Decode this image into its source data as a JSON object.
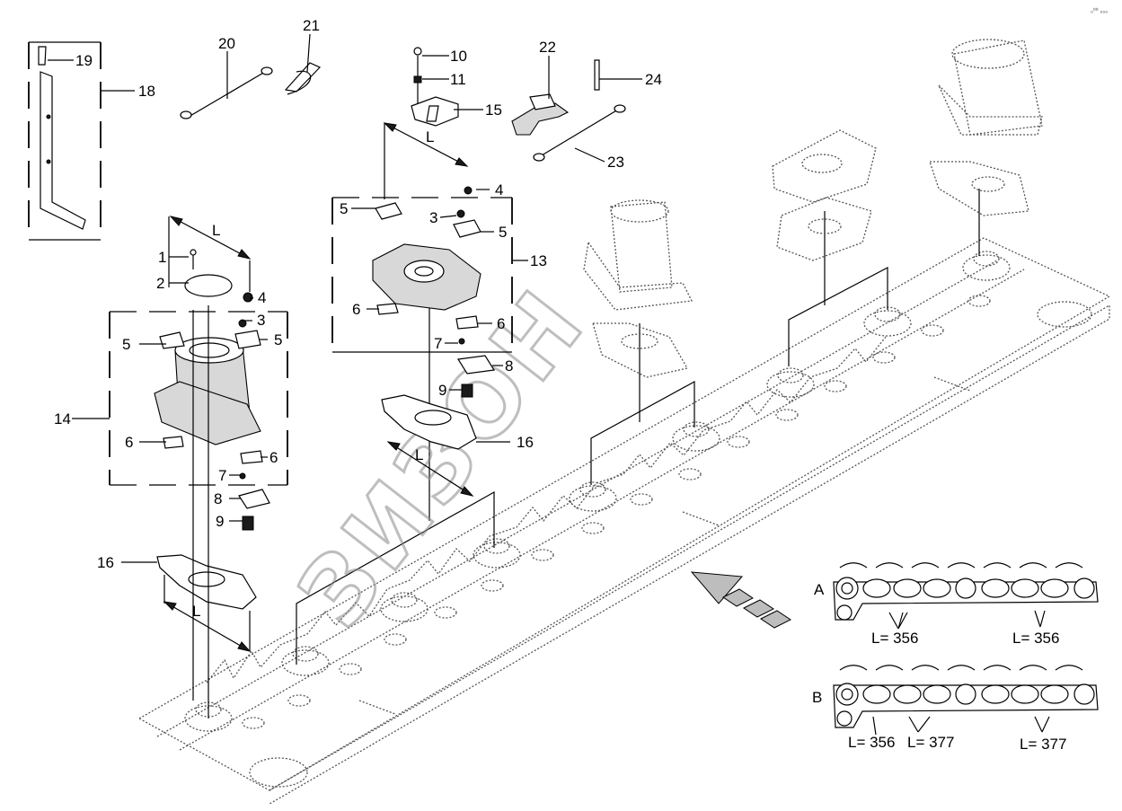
{
  "watermark": "ЗИЗОН",
  "corner_mark": "₀⁰⁰ ₀₀₀",
  "callouts": {
    "c1": "1",
    "c2": "2",
    "c3a": "3",
    "c3b": "3",
    "c4a": "4",
    "c4b": "4",
    "c5a": "5",
    "c5b": "5",
    "c5c": "5",
    "c5d": "5",
    "c6a": "6",
    "c6b": "6",
    "c6c": "6",
    "c6d": "6",
    "c7a": "7",
    "c7b": "7",
    "c8a": "8",
    "c8b": "8",
    "c9a": "9",
    "c9b": "9",
    "c10": "10",
    "c11": "11",
    "c13": "13",
    "c14": "14",
    "c15": "15",
    "c16a": "16",
    "c16b": "16",
    "c18": "18",
    "c19": "19",
    "c20": "20",
    "c21": "21",
    "c22": "22",
    "c23": "23",
    "c24": "24"
  },
  "dimension_labels": {
    "L1": "L",
    "L2": "L",
    "L3": "L",
    "L4": "L"
  },
  "variants": {
    "A": {
      "letter": "A",
      "left_dim": "L= 356",
      "right_dim": "L= 356"
    },
    "B": {
      "letter": "B",
      "left_dim": "L= 356",
      "mid_dim": "L= 377",
      "right_dim": "L= 377"
    }
  }
}
